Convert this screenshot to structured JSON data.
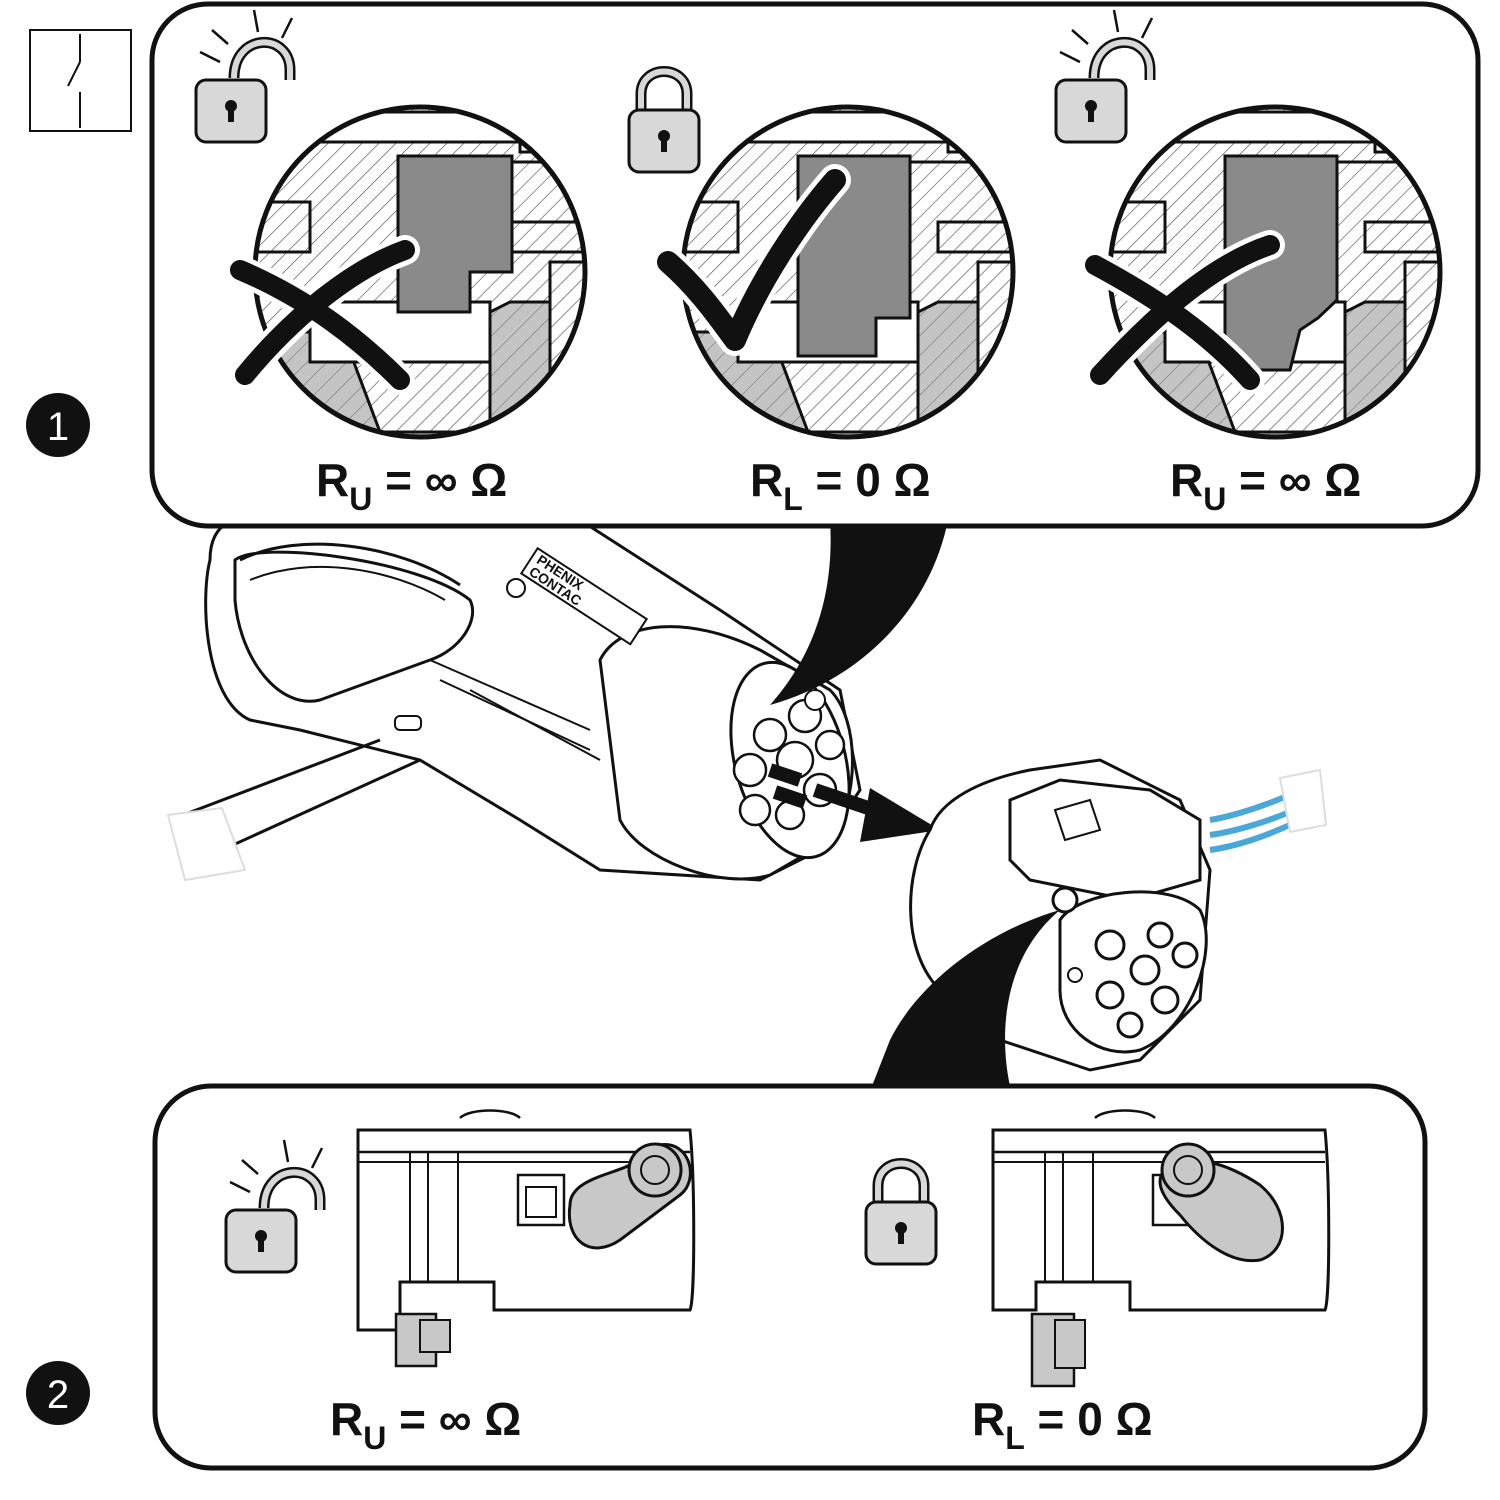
{
  "colors": {
    "ink": "#111111",
    "paper": "#ffffff",
    "metal": "#8a8a8a",
    "part_grey": "#c8c8c8",
    "lock_grey": "#d8d8d8",
    "wire_blue": "#4aa8d8"
  },
  "icons": {
    "switch": "switch-symbol-icon",
    "unlocked": "padlock-open-icon",
    "locked": "padlock-closed-icon",
    "wrong": "cross-mark-icon",
    "right": "check-mark-icon",
    "direction": "insert-arrow-icon"
  },
  "panel1": {
    "step_number": "1",
    "details": [
      {
        "state": "unlocked",
        "verdict": "wrong",
        "label": {
          "r": "R",
          "sub": "U",
          "rest": " = ∞ Ω"
        }
      },
      {
        "state": "locked",
        "verdict": "right",
        "label": {
          "r": "R",
          "sub": "L",
          "rest": " = 0 Ω"
        }
      },
      {
        "state": "unlocked",
        "verdict": "wrong",
        "label": {
          "r": "R",
          "sub": "U",
          "rest": " = ∞ Ω"
        }
      }
    ]
  },
  "plug": {
    "brand_top": "PHENIX",
    "brand_bottom": "CONTAC"
  },
  "panel2": {
    "step_number": "2",
    "actuators": [
      {
        "state": "unlocked",
        "label": {
          "r": "R",
          "sub": "U",
          "rest": " = ∞ Ω"
        }
      },
      {
        "state": "locked",
        "label": {
          "r": "R",
          "sub": "L",
          "rest": " = 0 Ω"
        }
      }
    ]
  }
}
